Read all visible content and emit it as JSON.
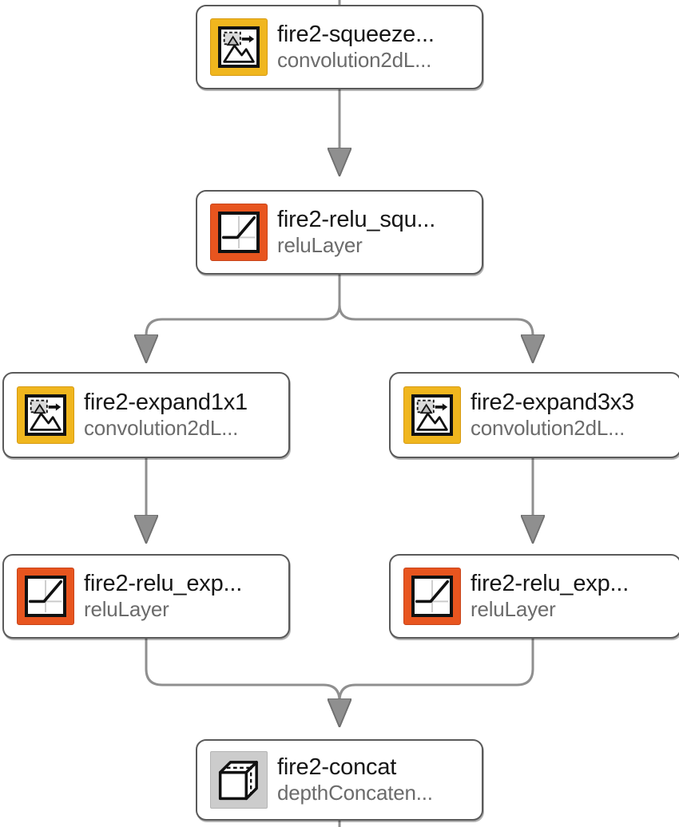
{
  "graph": {
    "type": "layer-graph",
    "orientation": "top-to-bottom",
    "edge_color": "#8f8f8f",
    "node_border_color": "#5a5a5a",
    "node_fill_color": "#ffffff",
    "accent_colors": {
      "convolution": "#f0b61e",
      "relu": "#e8551f",
      "depth_concat": "#cccccc"
    },
    "nodes": [
      {
        "id": "fire2-squeeze",
        "title": "fire2-squeeze...",
        "subtitle": "convolution2dL...",
        "icon": "convolution-icon",
        "row": 1,
        "column": "center"
      },
      {
        "id": "fire2-relu_squeeze",
        "title": "fire2-relu_squ...",
        "subtitle": "reluLayer",
        "icon": "relu-icon",
        "row": 2,
        "column": "center"
      },
      {
        "id": "fire2-expand1x1",
        "title": "fire2-expand1x1",
        "subtitle": "convolution2dL...",
        "icon": "convolution-icon",
        "row": 3,
        "column": "left"
      },
      {
        "id": "fire2-expand3x3",
        "title": "fire2-expand3x3",
        "subtitle": "convolution2dL...",
        "icon": "convolution-icon",
        "row": 3,
        "column": "right"
      },
      {
        "id": "fire2-relu_expand1x1",
        "title": "fire2-relu_exp...",
        "subtitle": "reluLayer",
        "icon": "relu-icon",
        "row": 4,
        "column": "left"
      },
      {
        "id": "fire2-relu_expand3x3",
        "title": "fire2-relu_exp...",
        "subtitle": "reluLayer",
        "icon": "relu-icon",
        "row": 4,
        "column": "right"
      },
      {
        "id": "fire2-concat",
        "title": "fire2-concat",
        "subtitle": "depthConcaten...",
        "icon": "depth-concat-icon",
        "row": 5,
        "column": "center"
      }
    ],
    "edges": [
      {
        "from": "above",
        "to": "fire2-squeeze"
      },
      {
        "from": "fire2-squeeze",
        "to": "fire2-relu_squeeze"
      },
      {
        "from": "fire2-relu_squeeze",
        "to": "fire2-expand1x1"
      },
      {
        "from": "fire2-relu_squeeze",
        "to": "fire2-expand3x3"
      },
      {
        "from": "fire2-expand1x1",
        "to": "fire2-relu_expand1x1"
      },
      {
        "from": "fire2-expand3x3",
        "to": "fire2-relu_expand3x3"
      },
      {
        "from": "fire2-relu_expand1x1",
        "to": "fire2-concat"
      },
      {
        "from": "fire2-relu_expand3x3",
        "to": "fire2-concat"
      },
      {
        "from": "fire2-concat",
        "to": "below"
      }
    ]
  }
}
